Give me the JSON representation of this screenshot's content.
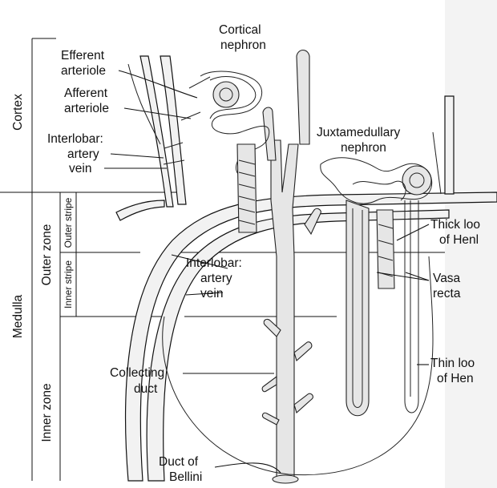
{
  "zones": {
    "cortex": "Cortex",
    "medulla": "Medulla",
    "outer_zone": "Outer zone",
    "inner_zone": "Inner zone",
    "outer_stripe": "Outer stripe",
    "inner_stripe": "Inner stripe"
  },
  "labels": {
    "efferent_1": "Efferent",
    "efferent_2": "arteriole",
    "afferent_1": "Afferent",
    "afferent_2": "arteriole",
    "interlobar_top_1": "Interlobar:",
    "interlobar_top_2": "artery",
    "interlobar_top_3": "vein",
    "cortical_1": "Cortical",
    "cortical_2": "nephron",
    "juxta_1": "Juxtamedullary",
    "juxta_2": "nephron",
    "thick_1": "Thick loo",
    "thick_2": "of Henl",
    "interlobar_mid_1": "Interlobar:",
    "interlobar_mid_2": "artery",
    "interlobar_mid_3": "vein",
    "vasa_1": "Vasa",
    "vasa_2": "recta",
    "collecting_1": "Collecting",
    "collecting_2": "duct",
    "thin_1": "Thin loo",
    "thin_2": "of Hen",
    "bellini_1": "Duct of",
    "bellini_2": "Bellini"
  },
  "colors": {
    "ink": "#111111",
    "vessel_fill": "#f2f2f2",
    "tube_fill": "#e6e6e6",
    "page_edge": "#d9d9d9"
  }
}
